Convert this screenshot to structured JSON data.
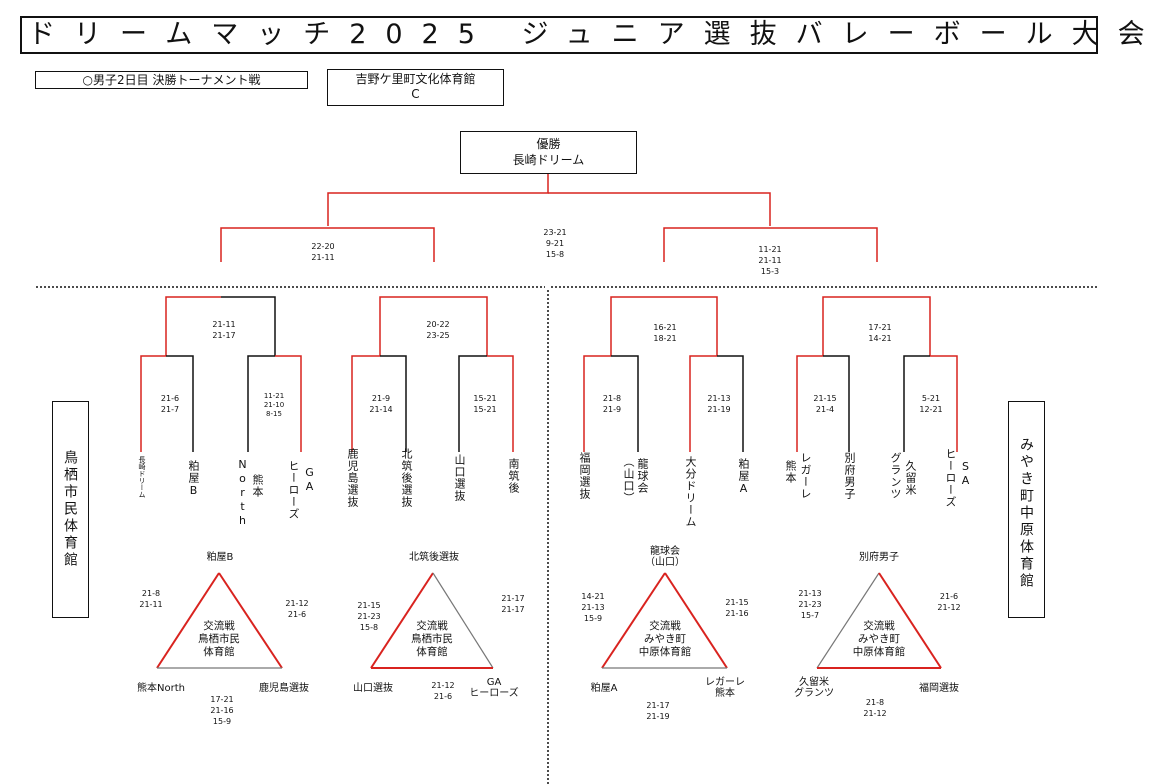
{
  "header": {
    "title": "ドリームマッチ2025 ジュニア選抜バレーボール大会",
    "subtitle": "○男子2日目 決勝トーナメント戦",
    "venue_line1": "吉野ケ里町文化体育館",
    "venue_line2": "C"
  },
  "winner": {
    "label": "優勝",
    "team": "長崎ドリーム"
  },
  "final_score": [
    "23-21",
    "9-21",
    "15-8"
  ],
  "semis": {
    "left": [
      "22-20",
      "21-11"
    ],
    "right": [
      "11-21",
      "21-11",
      "15-3"
    ]
  },
  "quarters": {
    "q1": [
      "21-11",
      "21-17"
    ],
    "q2": [
      "20-22",
      "23-25"
    ],
    "q3": [
      "16-21",
      "18-21"
    ],
    "q4": [
      "17-21",
      "14-21"
    ]
  },
  "first_round": {
    "m1": [
      "21-6",
      "21-7"
    ],
    "m2": [
      "11-21",
      "21-10",
      "8-15"
    ],
    "m3": [
      "21-9",
      "21-14"
    ],
    "m4": [
      "15-21",
      "15-21"
    ],
    "m5": [
      "21-8",
      "21-9"
    ],
    "m6": [
      "21-13",
      "21-19"
    ],
    "m7": [
      "21-15",
      "21-4"
    ],
    "m8": [
      "5-21",
      "12-21"
    ]
  },
  "teams": {
    "t1": "長崎ドリーム",
    "t2": "粕屋B",
    "t3a": "North",
    "t3b": "熊本",
    "t4a": "ヒーローズ",
    "t4b": "GA",
    "t5": "鹿児島選抜",
    "t6": "北筑後選抜",
    "t7": "山口選抜",
    "t8": "南筑後",
    "t9": "福岡選抜",
    "t10a": "龍球会",
    "t10b": "（山口）",
    "t11": "大分ドリーム",
    "t12": "粕屋A",
    "t13a": "レガーレ",
    "t13b": "熊本",
    "t14": "別府男子",
    "t15a": "久留米",
    "t15b": "グランツ",
    "t16a": "ヒーローズ",
    "t16b": "SA"
  },
  "venues": {
    "left": "鳥栖市民体育館",
    "right": "みやき町中原体育館"
  },
  "exchange": {
    "label": "交流戦",
    "tri1": {
      "venue1": "鳥栖市民",
      "venue2": "体育館",
      "top": "粕屋B",
      "left": "熊本North",
      "right": "鹿児島選抜",
      "s_left": [
        "21-8",
        "21-11"
      ],
      "s_right": [
        "21-12",
        "21-6"
      ],
      "s_bottom": [
        "17-21",
        "21-16",
        "15-9"
      ]
    },
    "tri2": {
      "venue1": "鳥栖市民",
      "venue2": "体育館",
      "top": "北筑後選抜",
      "left": "山口選抜",
      "right1": "GA",
      "right2": "ヒーローズ",
      "s_left": [
        "21-15",
        "21-23",
        "15-8"
      ],
      "s_right": [
        "21-17",
        "21-17"
      ],
      "s_bottom": [
        "21-12",
        "21-6"
      ]
    },
    "tri3": {
      "venue1": "みやき町",
      "venue2": "中原体育館",
      "top1": "龍球会",
      "top2": "（山口）",
      "left": "粕屋A",
      "right1": "レガーレ",
      "right2": "熊本",
      "s_left": [
        "14-21",
        "21-13",
        "15-9"
      ],
      "s_right": [
        "21-15",
        "21-16"
      ],
      "s_bottom": [
        "21-17",
        "21-19"
      ]
    },
    "tri4": {
      "venue1": "みやき町",
      "venue2": "中原体育館",
      "top": "別府男子",
      "left1": "久留米",
      "left2": "グランツ",
      "right": "福岡選抜",
      "s_left": [
        "21-13",
        "21-23",
        "15-7"
      ],
      "s_right": [
        "21-6",
        "21-12"
      ],
      "s_bottom": [
        "21-8",
        "21-12"
      ]
    }
  },
  "colors": {
    "win": "#d9231f",
    "line": "#111111",
    "tri_gray": "#777777"
  }
}
